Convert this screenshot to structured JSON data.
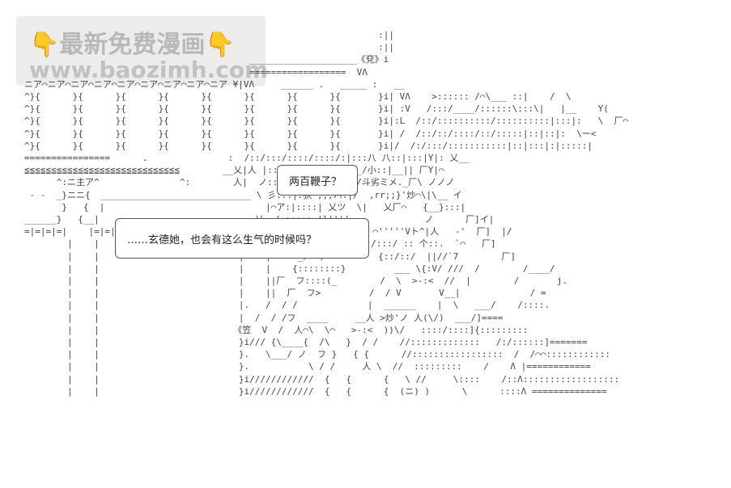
{
  "watermark": {
    "line1": "最新免费漫画",
    "line2": "www.baozimh.com"
  },
  "dialogue": {
    "line1": "两百鞭子？",
    "line2": "……玄德她，也会有这么生气的时候吗？"
  },
  "art": {
    "lines": [
      "                                                                  :||",
      "                                                                  :||",
      "                                          ____________________《兗》i",
      "                                          ==================  VΛ",
      "ニア⌒ニア⌒ニア⌒ニア⌒ニア⌒ニア⌒ニア⌒ニア⌒ニア ¥|VΛ     ______ .   _____ :   __",
      "^}{      }{      }{      }{      }{      }{      }{      }{       }i| VΛ    >:::::: /⌒\\___ ::|    /  \\",
      "^}{      }{      }{      }{      }{      }{      }{      }{       }i| :V   /:::/____/::::::\\:::\\|   |__    Y(",
      "^}{      }{      }{      }{      }{      }{      }{      }{       }i|:L  /::/::::::::::/::::::::::|:::|:   \\  厂⌒",
      "^}{      }{      }{      }{      }{      }{      }{      }{       }i| /  /::/::/::::/::/:::::|::|::|:  \\ー<",
      "^}{      }{      }{      }{      }{      }{      }{      }{       }i|/  /:/:::/:::::::::::|::|:::|:|:::::|",
      "================      .               :  /::/:::/::::/::::/:|:::八 八::|:::|Y|: 乂__",
      "≦≦≦≦≦≦≦≦≦≦≦≦≦≦≦≦≦≦≦≦≦≦≦≦≦≦≦≦≦        __乂|人 |::::/__||/:八__/__/小::|__|| 厂Y|⌒",
      "      ^:ニ主ア^               ^:        人|  ノ:::| 斗劣ミト|:::|/斗劣ミメ._厂\\ ノノノ",
      " - -  _}ニニ{  ____________________________ \\ 彡:::|:狄`;;;ハ:|/  ,rr;;}'炒⌒\\|\\__ イ",
      "       }   {  |                              |⌒ア:|::::| 乂ツ  \\|   乂厂⌒   {__}:::|",
      "______}   {__|                             乂  / ::::: |}''''              ノ      厂]イ|",
      "=|=|=|=|    |=|=|=|=|=|=|=|=|=|=|=|=|=| =.|    |=========i|    @ ⌒'''''Vト^|人   -'  厂]  |/",
      "        |    |                          |    |⌒⌒⌒⌒r=9.!     爻@  /:::/ :: 个::.  `⌒   厂]",
      "        |    |                          |    |     _/⌒ )          {::/::/  ||//`7        厂]",
      "        |    |                          |    |    {::::::::}         ___ \\{:V/ ///  /        /____/",
      "        |    |                          |    ||厂  フ::::(_        /  \\  >-:<  //  |        /       j.",
      "        |    |                          |    ||  厂  フ>         /  / V       V__|             / =",
      "        |    |                          |.   /  / /             |  ______    |  \\   ___/    /::::.",
      "        |    |                          |  /  / /フ  ____     __人 >炒'ノ 人(\\/)  ___/]====",
      "        |    |                         《笠  V  /  人⌒\\  \\⌒   >-:<  ))\\/   ::::/::::]{:::::::::",
      "        |    |                          }i/// {\\____{  /\\   }  / /    //:::::::::::::   /:/::::::]=======",
      "        |    |                          }.   \\___/ ノ  フ }   { {      //:::::::::::::::::  /  /⌒⌒::::::::::::",
      "        |    |                          }.           \\ / /     人 \\  //  :::::::::    /    Λ |============",
      "        |    |                          }i////////////  {   {      {   \\ //     \\::::    /::Λ::::::::::::::::::",
      "        |    |                          }i////////////  {   {      {  (ニ) )      \\      ::::Λ =============="
    ]
  }
}
